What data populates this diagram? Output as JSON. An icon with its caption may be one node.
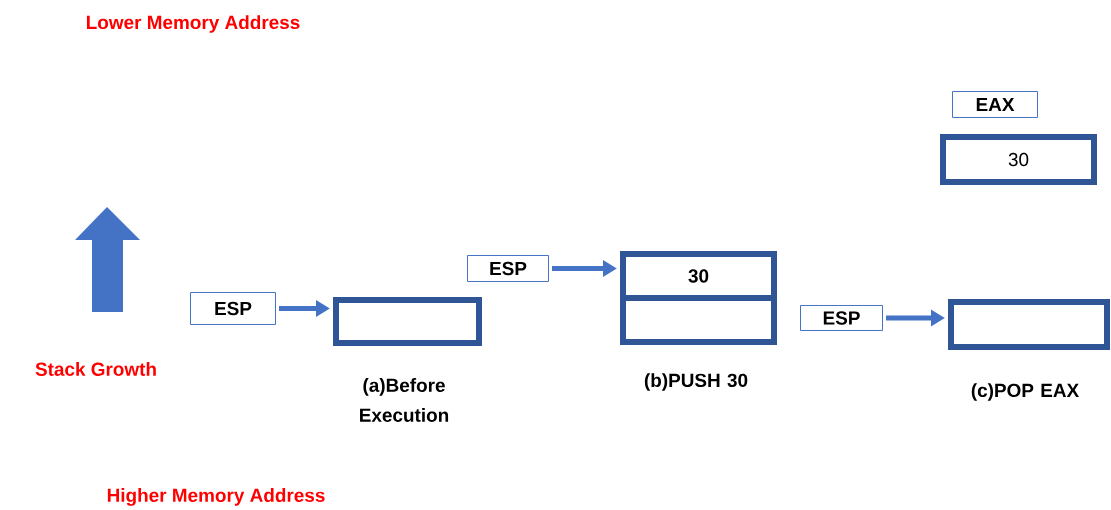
{
  "diagram": {
    "nodes": [
      {
        "text": [
          "ESP"
        ]
      },
      {
        "text": [],
        "shape": "box",
        "beside": [
          "(a)Before Execution"
        ]
      },
      {
        "text": [
          "ESP"
        ]
      },
      {
        "text": [
          "30"
        ]
      },
      {
        "text": [],
        "shape": "box",
        "beside": [
          "(b)PUSH 30"
        ]
      },
      {
        "text": [
          "ESP"
        ]
      },
      {
        "text": [],
        "shape": "box",
        "beside": [
          "(c)POP EAX"
        ]
      },
      {
        "text": [
          "EAX"
        ]
      },
      {
        "text": [
          "30"
        ]
      }
    ],
    "edges": [
      {
        "from": 0,
        "to": 1,
        "arrow": "to"
      },
      {
        "from": 2,
        "to": 3,
        "arrow": "to"
      },
      {
        "from": 5,
        "to": 6,
        "arrow": "to"
      }
    ],
    "labels": [
      "Lower Memory Address",
      "Stack Growth",
      "Higher Memory Address"
    ]
  }
}
